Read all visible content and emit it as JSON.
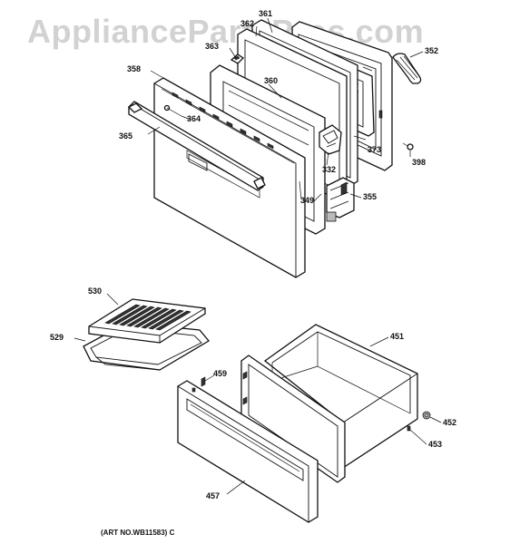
{
  "watermark": "AppliancePartsPros.com",
  "art_number": "(ART NO.WB11583) C",
  "parts": {
    "p361": "361",
    "p362": "362",
    "p363": "363",
    "p352": "352",
    "p358": "358",
    "p360": "360",
    "p364": "364",
    "p365": "365",
    "p373": "373",
    "p332": "332",
    "p398": "398",
    "p349": "349",
    "p355": "355",
    "p530": "530",
    "p529": "529",
    "p451": "451",
    "p459": "459",
    "p452": "452",
    "p453": "453",
    "p457": "457"
  }
}
